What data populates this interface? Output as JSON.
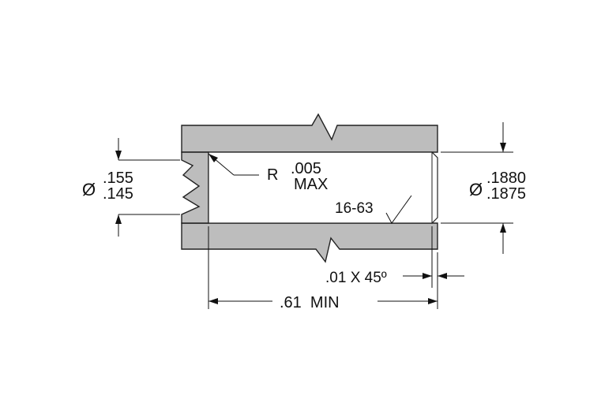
{
  "colors": {
    "material_fill": "#bdbdbd",
    "outline": "#222222",
    "dimension_line": "#111111",
    "background": "#ffffff"
  },
  "annotations": {
    "left_diameter": {
      "symbol": "Ø",
      "upper": ".155",
      "lower": ".145"
    },
    "right_diameter": {
      "symbol": "Ø",
      "upper": ".1880",
      "lower": ".1875"
    },
    "radius": {
      "prefix": "R",
      "value": ".005",
      "qualifier": "MAX"
    },
    "surface_finish": "16-63",
    "chamfer": ".01 X 45º",
    "length": ".61  MIN"
  }
}
